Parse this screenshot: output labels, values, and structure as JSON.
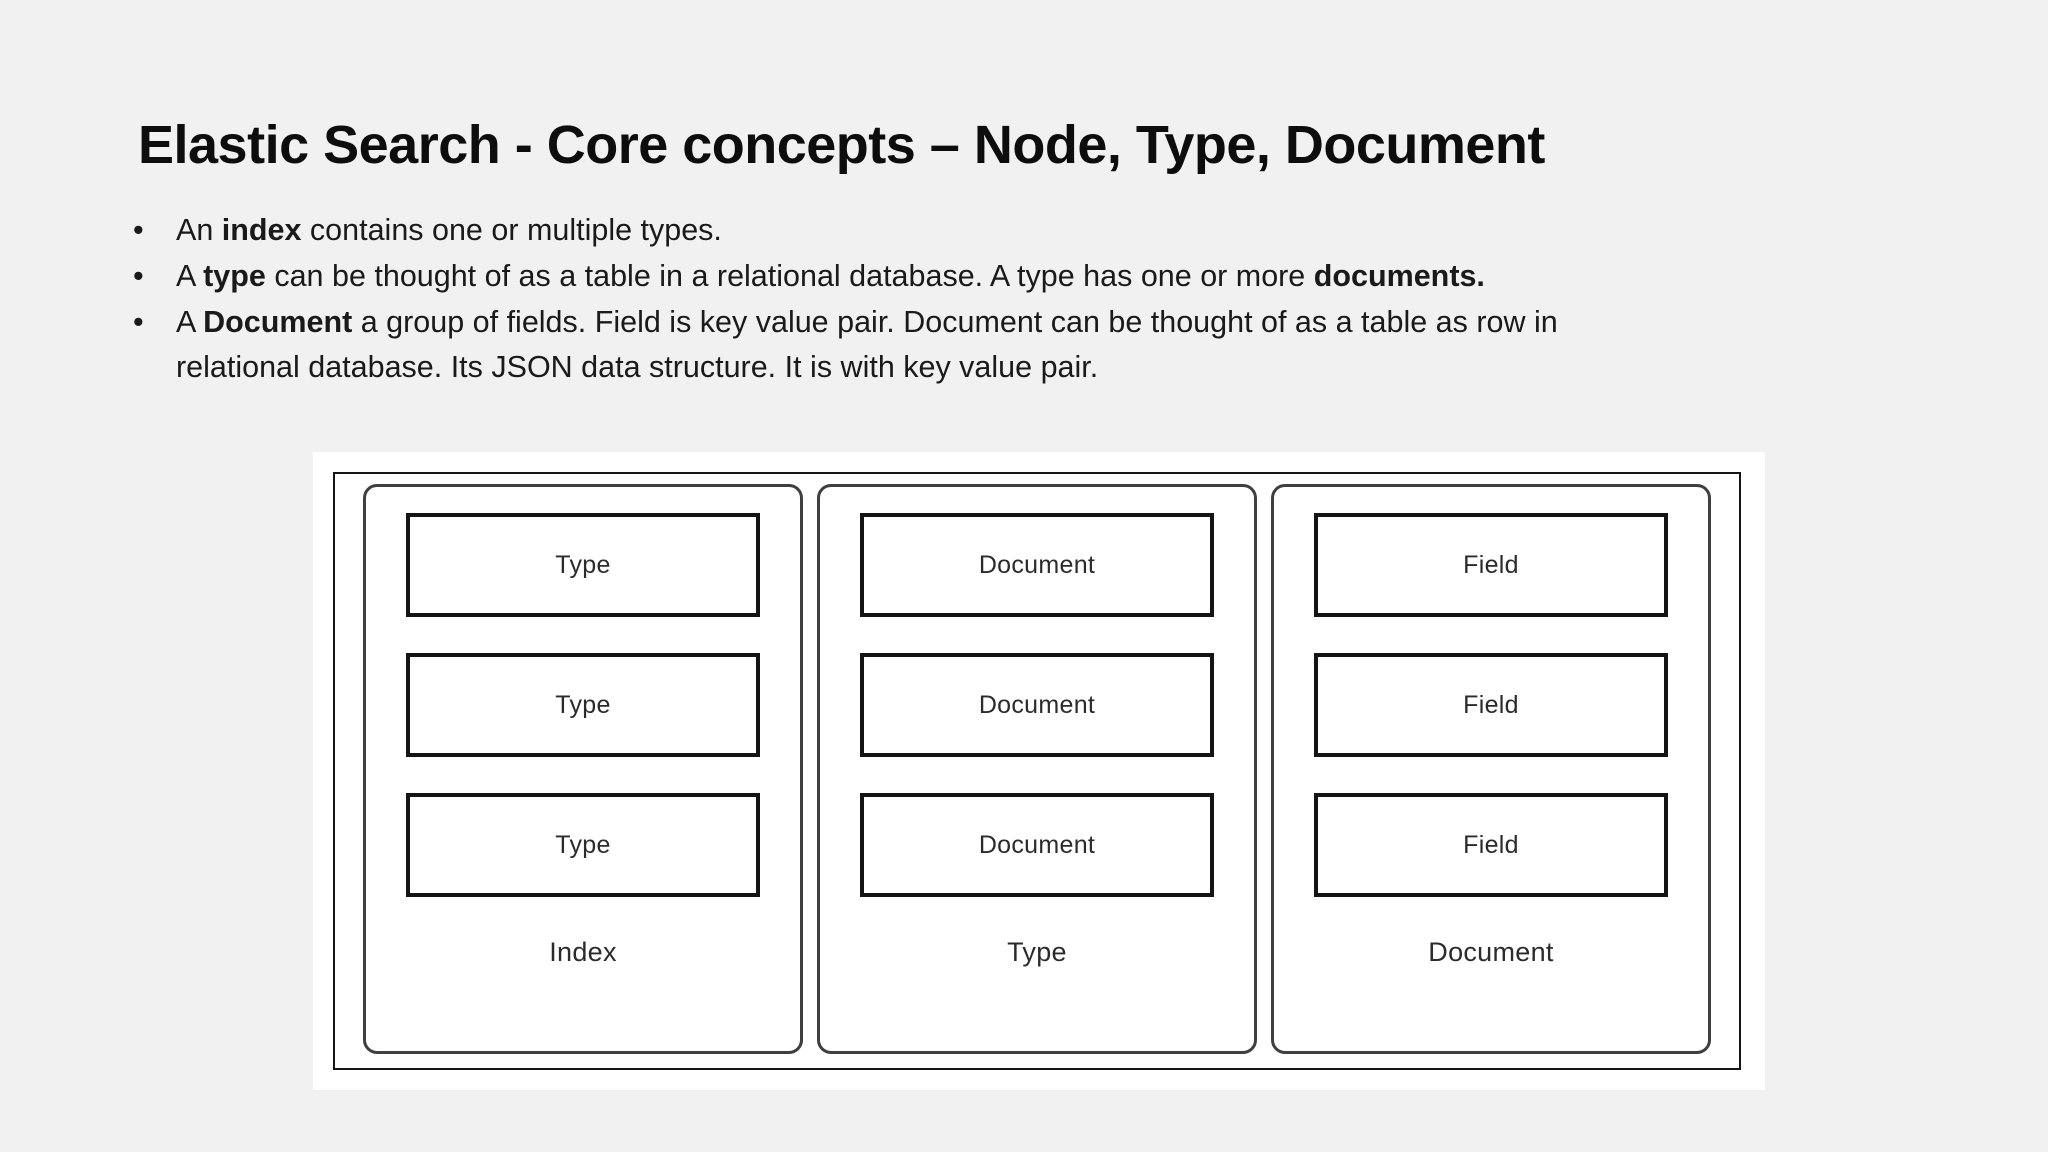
{
  "slide": {
    "title": "Elastic Search - Core concepts – Node, Type, Document",
    "background_color": "#f1f1f1",
    "bullets": [
      {
        "marker": "•",
        "segments": [
          {
            "text": "An ",
            "bold": false
          },
          {
            "text": "index",
            "bold": true
          },
          {
            "text": " contains one or multiple types.",
            "bold": false
          }
        ]
      },
      {
        "marker": "•",
        "segments": [
          {
            "text": "A ",
            "bold": false
          },
          {
            "text": "type",
            "bold": true
          },
          {
            "text": " can be thought of as a table in a relational database. A type has one or more ",
            "bold": false
          },
          {
            "text": "documents.",
            "bold": true
          }
        ]
      },
      {
        "marker": "•",
        "segments": [
          {
            "text": "A ",
            "bold": false
          },
          {
            "text": "Document",
            "bold": true
          },
          {
            "text": " a group of fields. Field is key value pair. Document can be thought of as a table as row in relational database. Its JSON data structure. It is with key value pair.",
            "bold": false
          }
        ]
      }
    ]
  },
  "diagram": {
    "panel_background": "#ffffff",
    "frame_border_color": "#151515",
    "column_border_color": "#3f3f3f",
    "cell_border_color": "#141414",
    "columns": [
      {
        "label": "Index",
        "cells": [
          "Type",
          "Type",
          "Type"
        ]
      },
      {
        "label": "Type",
        "cells": [
          "Document",
          "Document",
          "Document"
        ]
      },
      {
        "label": "Document",
        "cells": [
          "Field",
          "Field",
          "Field"
        ]
      }
    ]
  }
}
